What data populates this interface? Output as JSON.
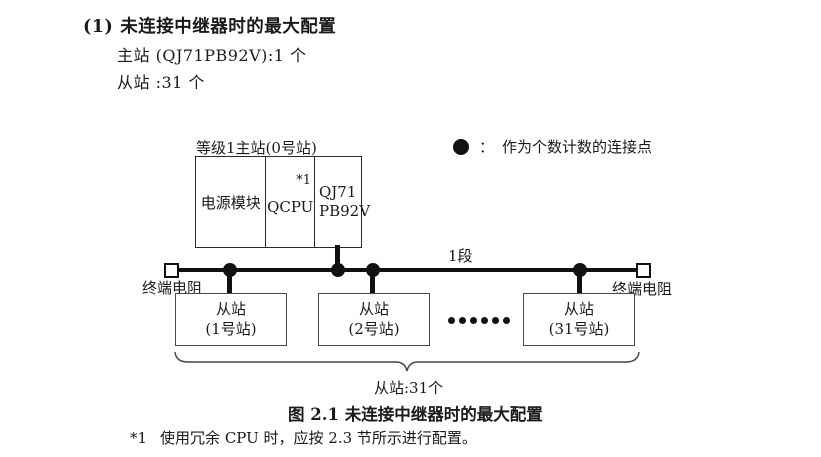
{
  "colors": {
    "ink": "#1a1a1a",
    "line": "#111111"
  },
  "heading": {
    "number": "(1)",
    "title": "未连接中继器时的最大配置"
  },
  "intro": {
    "master_line": "主站 (QJ71PB92V):1 个",
    "slave_line": "从站 :31 个"
  },
  "legend": {
    "separator": "：",
    "text": "作为个数计数的连接点"
  },
  "diagram": {
    "master_label": "等级1主站(0号站)",
    "master": {
      "power": "电源模块",
      "cpu": "QCPU",
      "cpu_mark": "*1",
      "pb_line1": "QJ71",
      "pb_line2": "PB92V"
    },
    "segment_label": "1段",
    "terminator_left": "终端电阻",
    "terminator_right": "终端电阻",
    "slaves": [
      {
        "name": "从站",
        "station": "(1号站)"
      },
      {
        "name": "从站",
        "station": "(2号站)"
      },
      {
        "name": "从站",
        "station": "(31号站)"
      }
    ],
    "brace_label": "从站:31个"
  },
  "caption": "图 2.1 未连接中继器时的最大配置",
  "footnote": {
    "mark": "*1",
    "text": "使用冗余 CPU 时，应按 2.3 节所示进行配置。"
  }
}
